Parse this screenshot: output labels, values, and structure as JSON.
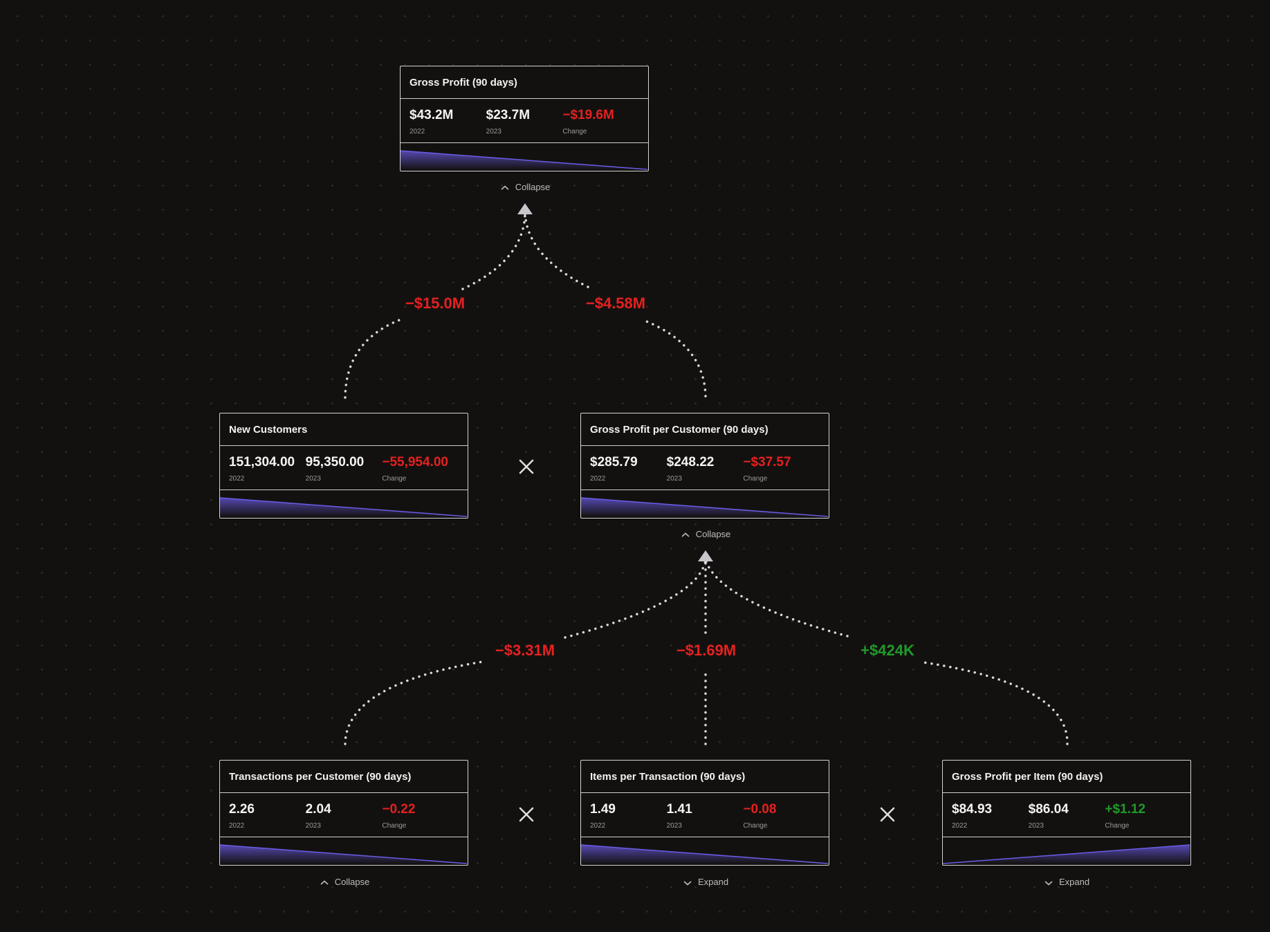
{
  "colors": {
    "background": "#13110f",
    "negative": "#e52121",
    "positive": "#1f9a2a",
    "sparkline": "#6b5ce7",
    "connector": "#d9d9d9"
  },
  "cards": {
    "gross_profit": {
      "title": "Gross Profit (90 days)",
      "v2022": "$43.2M",
      "v2023": "$23.7M",
      "change": "−$19.6M",
      "label_2022": "2022",
      "label_2023": "2023",
      "label_change": "Change",
      "trend": "down"
    },
    "new_customers": {
      "title": "New Customers",
      "v2022": "151,304.00",
      "v2023": "95,350.00",
      "change": "−55,954.00",
      "label_2022": "2022",
      "label_2023": "2023",
      "label_change": "Change",
      "trend": "down"
    },
    "gross_profit_per_customer": {
      "title": "Gross Profit per Customer (90 days)",
      "v2022": "$285.79",
      "v2023": "$248.22",
      "change": "−$37.57",
      "label_2022": "2022",
      "label_2023": "2023",
      "label_change": "Change",
      "trend": "down"
    },
    "transactions_per_customer": {
      "title": "Transactions per Customer (90 days)",
      "v2022": "2.26",
      "v2023": "2.04",
      "change": "−0.22",
      "label_2022": "2022",
      "label_2023": "2023",
      "label_change": "Change",
      "trend": "down"
    },
    "items_per_transaction": {
      "title": "Items per Transaction (90 days)",
      "v2022": "1.49",
      "v2023": "1.41",
      "change": "−0.08",
      "label_2022": "2022",
      "label_2023": "2023",
      "label_change": "Change",
      "trend": "down"
    },
    "gross_profit_per_item": {
      "title": "Gross Profit per Item (90 days)",
      "v2022": "$84.93",
      "v2023": "$86.04",
      "change": "+$1.12",
      "label_2022": "2022",
      "label_2023": "2023",
      "label_change": "Change",
      "trend": "up"
    }
  },
  "toggles": {
    "gross_profit": "Collapse",
    "gross_profit_per_customer": "Collapse",
    "transactions_per_customer": "Collapse",
    "items_per_transaction": "Expand",
    "gross_profit_per_item": "Expand"
  },
  "contributions": {
    "new_customers": "−$15.0M",
    "gross_profit_per_customer": "−$4.58M",
    "transactions_per_customer": "−$3.31M",
    "items_per_transaction": "−$1.69M",
    "gross_profit_per_item": "+$424K"
  },
  "operator_icon": "multiply-icon"
}
